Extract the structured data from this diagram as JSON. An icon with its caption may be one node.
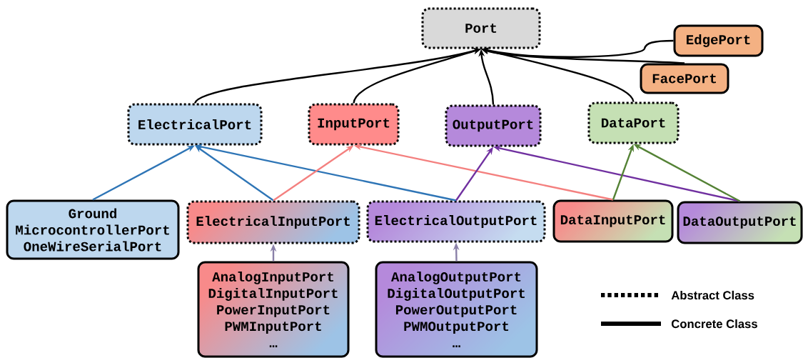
{
  "diagram": {
    "nodes": [
      {
        "text": [
          "Port"
        ]
      },
      {
        "text": [
          "EdgePort"
        ]
      },
      {
        "text": [
          "FacePort"
        ]
      },
      {
        "text": [
          "ElectricalPort"
        ]
      },
      {
        "text": [
          "InputPort"
        ]
      },
      {
        "text": [
          "OutputPort"
        ]
      },
      {
        "text": [
          "DataPort"
        ]
      },
      {
        "text": [
          "Ground",
          "MicrocontrollerPort",
          "OneWireSerialPort"
        ]
      },
      {
        "text": [
          "ElectricalInputPort"
        ]
      },
      {
        "text": [
          "ElectricalOutputPort"
        ]
      },
      {
        "text": [
          "DataInputPort"
        ]
      },
      {
        "text": [
          "DataOutputPort"
        ]
      },
      {
        "text": [
          "AnalogInputPort",
          "DigitalInputPort",
          "PowerInputPort",
          "PWMInputPort",
          "…"
        ]
      },
      {
        "text": [
          "AnalogOutputPort",
          "DigitalOutputPort",
          "PowerOutputPort",
          "PWMOutputPort",
          "…"
        ]
      }
    ],
    "edges": [
      {
        "from": 3,
        "to": 0,
        "arrow": "to"
      },
      {
        "from": 4,
        "to": 0,
        "arrow": "to"
      },
      {
        "from": 5,
        "to": 0,
        "arrow": "to"
      },
      {
        "from": 6,
        "to": 0,
        "arrow": "to"
      },
      {
        "from": 1,
        "to": 0,
        "arrow": "to"
      },
      {
        "from": 2,
        "to": 0,
        "arrow": "to"
      },
      {
        "from": 7,
        "to": 3,
        "arrow": "to",
        "color": "#2e75b6"
      },
      {
        "from": 8,
        "to": 3,
        "arrow": "to",
        "color": "#2e75b6"
      },
      {
        "from": 9,
        "to": 3,
        "arrow": "to",
        "color": "#2e75b6"
      },
      {
        "from": 8,
        "to": 4,
        "arrow": "to",
        "color": "#f4807f"
      },
      {
        "from": 10,
        "to": 4,
        "arrow": "to",
        "color": "#f4807f"
      },
      {
        "from": 9,
        "to": 5,
        "arrow": "to",
        "color": "#7030a0"
      },
      {
        "from": 11,
        "to": 5,
        "arrow": "to",
        "color": "#7030a0"
      },
      {
        "from": 10,
        "to": 6,
        "arrow": "to",
        "color": "#548235"
      },
      {
        "from": 11,
        "to": 6,
        "arrow": "to",
        "color": "#548235"
      },
      {
        "from": 12,
        "to": 8,
        "arrow": "to",
        "color": "#8a80a8"
      },
      {
        "from": 13,
        "to": 9,
        "arrow": "to",
        "color": "#8a80a8"
      }
    ],
    "legend": [
      {
        "text": "Abstract Class"
      },
      {
        "text": "Concrete Class"
      }
    ]
  }
}
